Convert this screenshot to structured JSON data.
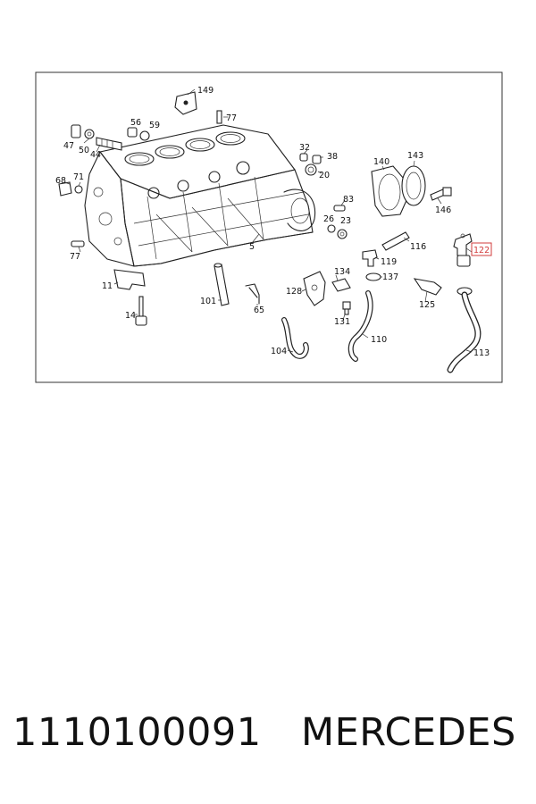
{
  "diagram": {
    "callouts": [
      "149",
      "77",
      "56",
      "59",
      "47",
      "50",
      "44",
      "32",
      "38",
      "20",
      "68",
      "71",
      "140",
      "143",
      "83",
      "146",
      "26",
      "23",
      "77",
      "5",
      "116",
      "122",
      "119",
      "134",
      "137",
      "11",
      "101",
      "128",
      "65",
      "14",
      "131",
      "125",
      "104",
      "110",
      "113"
    ],
    "highlighted_callout": "122",
    "highlight_color": "#d23c3c"
  },
  "footer": {
    "part_number": "1110100091",
    "brand": "MERCEDES"
  }
}
